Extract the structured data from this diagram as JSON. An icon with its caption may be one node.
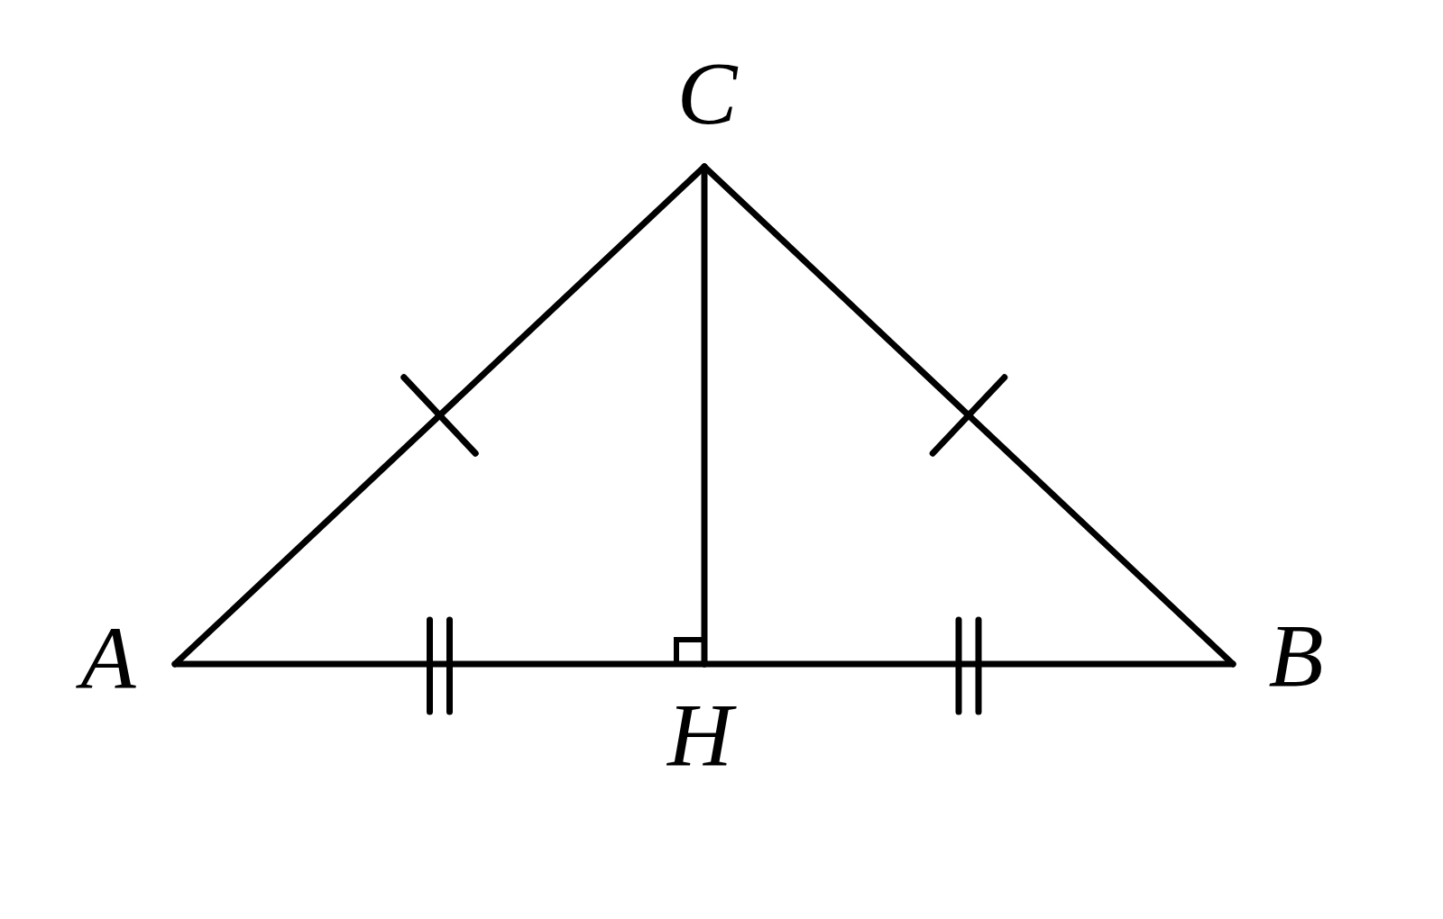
{
  "diagram": {
    "nodes": [
      {
        "text": [
          "C"
        ]
      },
      {
        "text": [
          "A"
        ]
      },
      {
        "text": [
          "B"
        ]
      },
      {
        "text": [
          "H"
        ]
      }
    ],
    "edges": [
      {
        "from": 1,
        "to": 0,
        "arrow": "none"
      },
      {
        "from": 0,
        "to": 2,
        "arrow": "none"
      },
      {
        "from": 1,
        "to": 3,
        "arrow": "none"
      },
      {
        "from": 3,
        "to": 2,
        "arrow": "none"
      },
      {
        "from": 0,
        "to": 3,
        "arrow": "none"
      }
    ]
  }
}
